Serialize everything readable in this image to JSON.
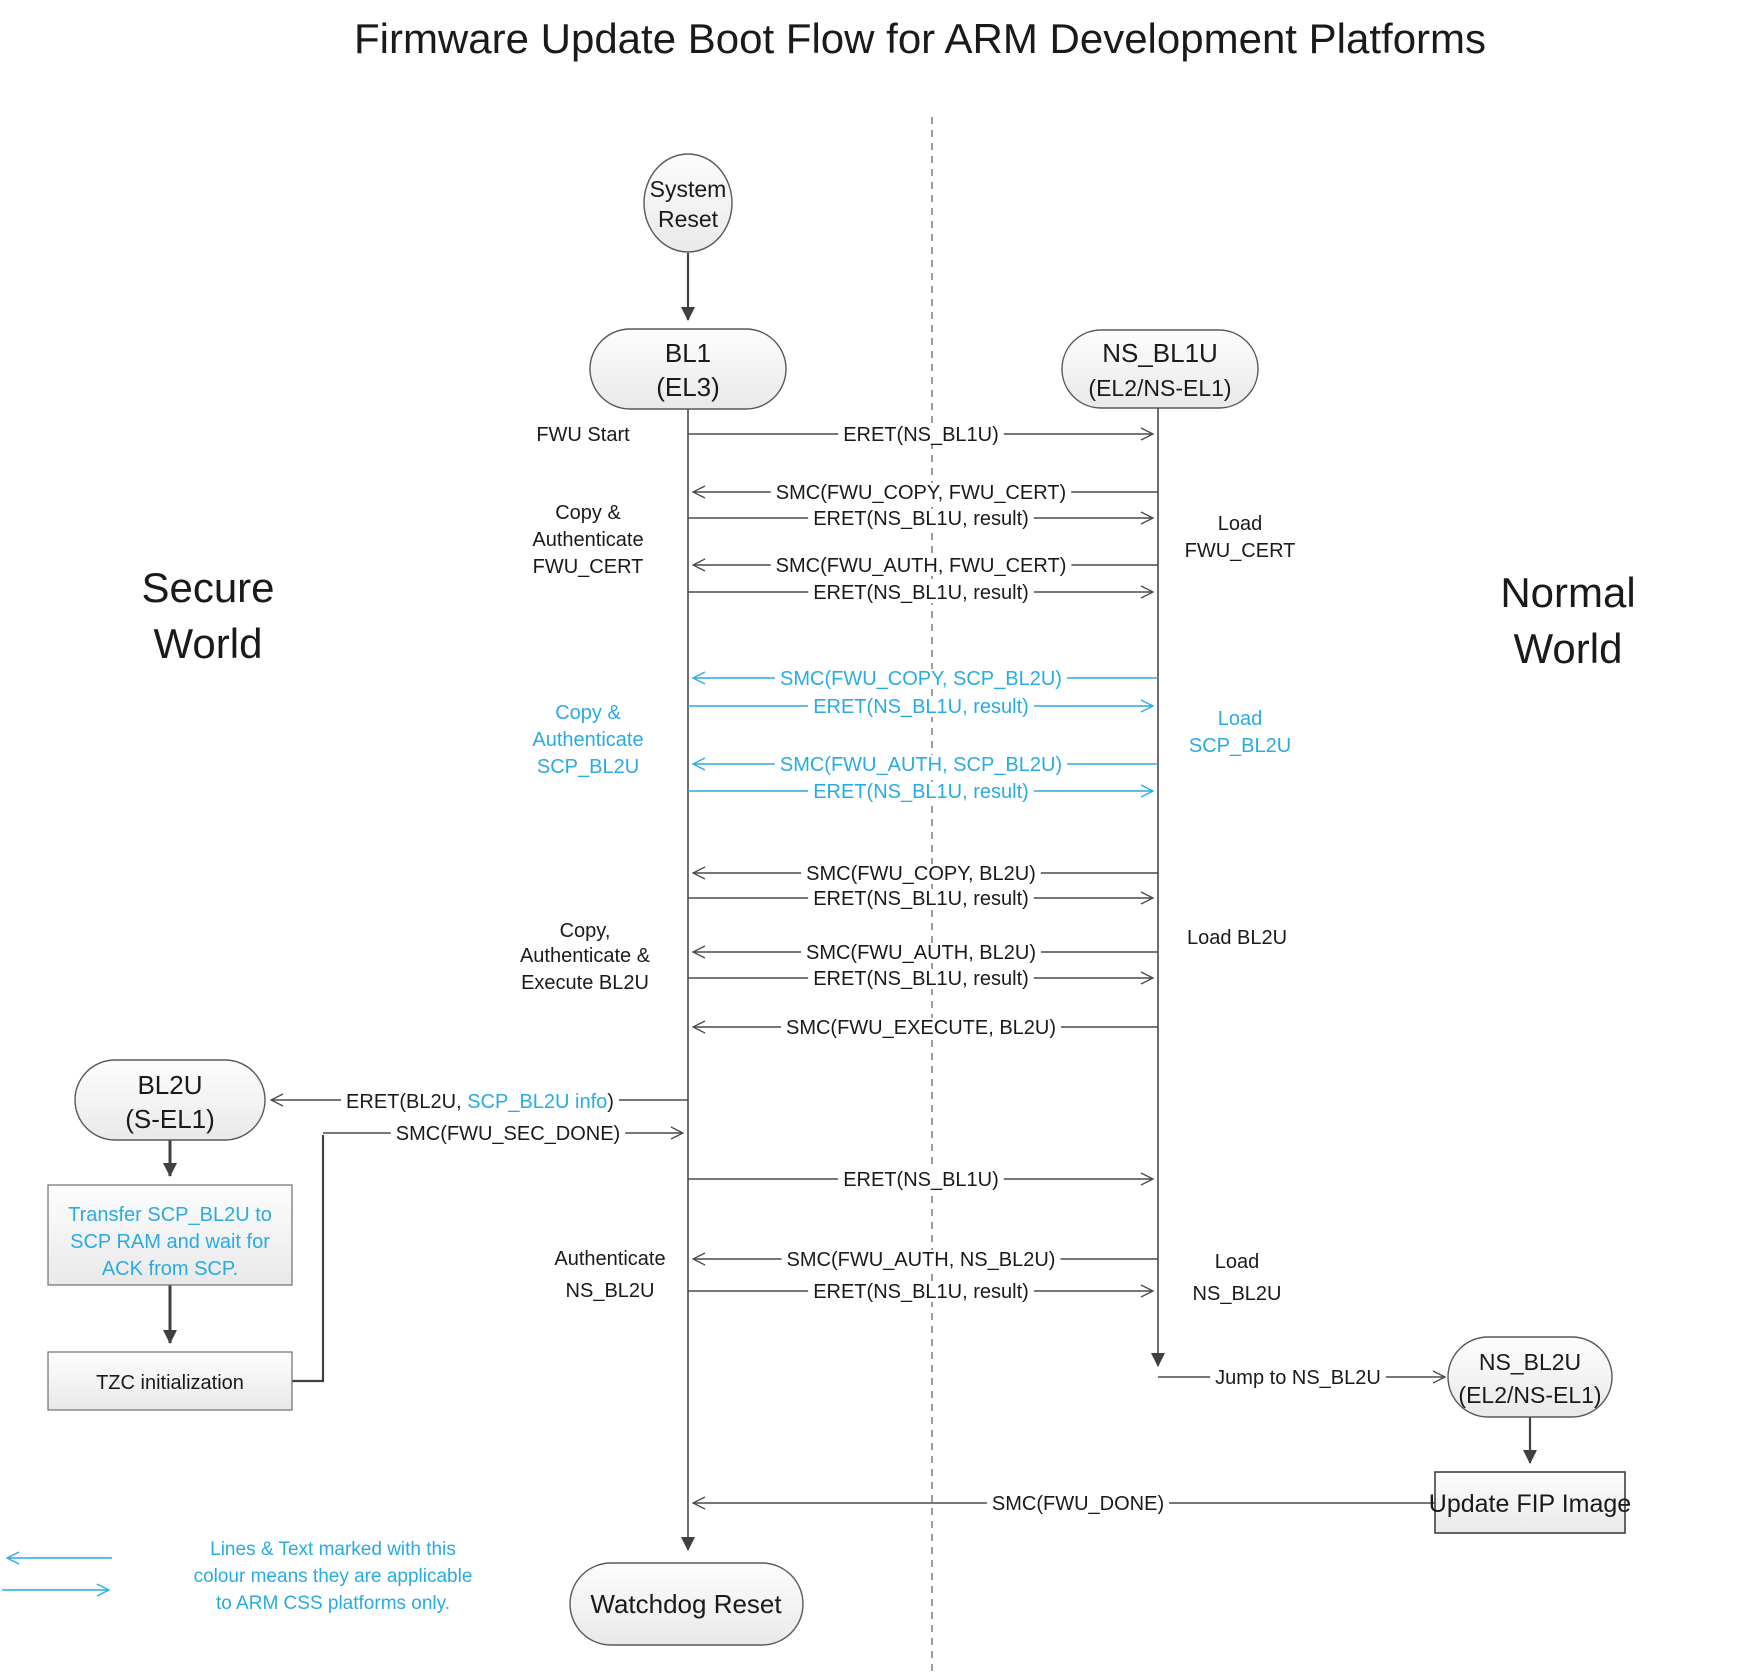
{
  "title": "Firmware Update Boot Flow for ARM Development Platforms",
  "colors": {
    "accent": "#29ABE2",
    "line": "#4a4a4a"
  },
  "worlds": {
    "secure": {
      "lines": [
        "Secure",
        "World"
      ]
    },
    "normal": {
      "lines": [
        "Normal",
        "World"
      ]
    }
  },
  "nodes": {
    "system_reset": {
      "lines": [
        "System",
        "Reset"
      ]
    },
    "bl1": {
      "lines": [
        "BL1",
        "(EL3)"
      ]
    },
    "ns_bl1u": {
      "lines": [
        "NS_BL1U",
        "(EL2/NS-EL1)"
      ]
    },
    "bl2u": {
      "lines": [
        "BL2U",
        "(S-EL1)"
      ]
    },
    "ns_bl2u": {
      "lines": [
        "NS_BL2U",
        "(EL2/NS-EL1)"
      ]
    },
    "watchdog_reset": {
      "label": "Watchdog Reset"
    },
    "transfer_box": {
      "lines": [
        "Transfer SCP_BL2U to",
        "SCP RAM and wait for",
        "ACK from SCP."
      ]
    },
    "tzc_box": {
      "label": "TZC initialization"
    },
    "update_fip_box": {
      "label": "Update FIP Image"
    }
  },
  "messages": {
    "m1": {
      "label": "ERET(NS_BL1U)"
    },
    "m2": {
      "label": "SMC(FWU_COPY, FWU_CERT)"
    },
    "m3": {
      "label": "ERET(NS_BL1U, result)"
    },
    "m4": {
      "label": "SMC(FWU_AUTH, FWU_CERT)"
    },
    "m5": {
      "label": "ERET(NS_BL1U, result)"
    },
    "m6": {
      "label": "SMC(FWU_COPY, SCP_BL2U)"
    },
    "m7": {
      "label": "ERET(NS_BL1U, result)"
    },
    "m8": {
      "label": "SMC(FWU_AUTH, SCP_BL2U)"
    },
    "m9": {
      "label": "ERET(NS_BL1U, result)"
    },
    "m10": {
      "label": "SMC(FWU_COPY, BL2U)"
    },
    "m11": {
      "label": "ERET(NS_BL1U, result)"
    },
    "m12": {
      "label": "SMC(FWU_AUTH, BL2U)"
    },
    "m13": {
      "label": "ERET(NS_BL1U, result)"
    },
    "m14": {
      "label": "SMC(FWU_EXECUTE, BL2U)"
    },
    "m15": {
      "label": "ERET(NS_BL1U)"
    },
    "m16": {
      "label": "SMC(FWU_AUTH, NS_BL2U)"
    },
    "m17": {
      "label": "ERET(NS_BL1U, result)"
    },
    "m18": {
      "pre": "ERET(BL2U, ",
      "css": "SCP_BL2U info",
      "post": ")"
    },
    "m19": {
      "label": "SMC(FWU_SEC_DONE)"
    },
    "m20": {
      "label": "Jump to NS_BL2U"
    },
    "m21": {
      "label": "SMC(FWU_DONE)"
    }
  },
  "side_labels": {
    "fwu_start": "FWU Start",
    "copy_auth_fwu_cert": {
      "lines": [
        "Copy &",
        "Authenticate",
        "FWU_CERT"
      ]
    },
    "copy_auth_scp_bl2u": {
      "lines": [
        "Copy &",
        "Authenticate",
        "SCP_BL2U"
      ]
    },
    "copy_auth_exec_bl2u": {
      "lines": [
        "Copy,",
        "Authenticate &",
        "Execute BL2U"
      ]
    },
    "auth_ns_bl2u": {
      "lines": [
        "Authenticate",
        "NS_BL2U"
      ]
    },
    "load_fwu_cert": {
      "lines": [
        "Load",
        "FWU_CERT"
      ]
    },
    "load_scp_bl2u": {
      "lines": [
        "Load",
        "SCP_BL2U"
      ]
    },
    "load_bl2u": "Load BL2U",
    "load_ns_bl2u": {
      "lines": [
        "Load",
        "NS_BL2U"
      ]
    }
  },
  "legend": {
    "lines": [
      "Lines & Text marked with this",
      "colour means they are applicable",
      "to ARM CSS platforms only."
    ]
  }
}
